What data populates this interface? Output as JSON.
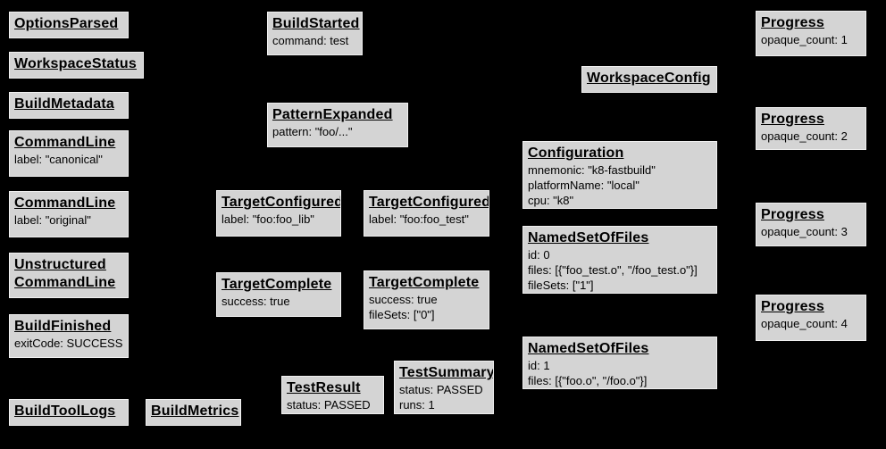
{
  "diagram": {
    "background_color": "#000000",
    "node_fill_color": "#d4d4d4",
    "node_border_color": "#f0f0f0",
    "text_color": "#000000"
  },
  "nodes": [
    {
      "id": "options-parsed",
      "title": "OptionsParsed",
      "lines": []
    },
    {
      "id": "workspace-status",
      "title": "WorkspaceStatus",
      "lines": []
    },
    {
      "id": "build-metadata",
      "title": "BuildMetadata",
      "lines": []
    },
    {
      "id": "command-line-canonical",
      "title": "CommandLine",
      "lines": [
        "label: \"canonical\""
      ]
    },
    {
      "id": "command-line-original",
      "title": "CommandLine",
      "lines": [
        "label: \"original\""
      ]
    },
    {
      "id": "unstructured-command-line",
      "title": "Unstructured CommandLine",
      "lines": []
    },
    {
      "id": "build-finished",
      "title": "BuildFinished",
      "lines": [
        "exitCode: SUCCESS"
      ]
    },
    {
      "id": "build-tool-logs",
      "title": "BuildToolLogs",
      "lines": []
    },
    {
      "id": "build-metrics",
      "title": "BuildMetrics",
      "lines": []
    },
    {
      "id": "build-started",
      "title": "BuildStarted",
      "lines": [
        "command: test"
      ]
    },
    {
      "id": "pattern-expanded",
      "title": "PatternExpanded",
      "lines": [
        "pattern: \"foo/...\""
      ]
    },
    {
      "id": "target-configured-foo-lib",
      "title": "TargetConfigured",
      "lines": [
        "label: \"foo:foo_lib\""
      ]
    },
    {
      "id": "target-configured-foo-test",
      "title": "TargetConfigured",
      "lines": [
        "label: \"foo:foo_test\""
      ]
    },
    {
      "id": "target-complete-foo-lib",
      "title": "TargetComplete",
      "lines": [
        "success: true"
      ]
    },
    {
      "id": "target-complete-foo-test",
      "title": "TargetComplete",
      "lines": [
        "success: true",
        "fileSets: [\"0\"]"
      ]
    },
    {
      "id": "test-result",
      "title": "TestResult",
      "lines": [
        "status: PASSED"
      ]
    },
    {
      "id": "test-summary",
      "title": "TestSummary",
      "lines": [
        "status: PASSED",
        "runs: 1"
      ]
    },
    {
      "id": "workspace-config",
      "title": "WorkspaceConfig",
      "lines": []
    },
    {
      "id": "configuration",
      "title": "Configuration",
      "lines": [
        "mnemonic: \"k8-fastbuild\"",
        "platformName: \"local\"",
        "cpu: \"k8\""
      ]
    },
    {
      "id": "named-set-of-files-0",
      "title": "NamedSetOfFiles",
      "lines": [
        "id: 0",
        "files: [{\"foo_test.o\", \"/foo_test.o\"}]",
        "fileSets: [\"1\"]"
      ]
    },
    {
      "id": "named-set-of-files-1",
      "title": "NamedSetOfFiles",
      "lines": [
        "id: 1",
        "files: [{\"foo.o\", \"/foo.o\"}]"
      ]
    },
    {
      "id": "progress-1",
      "title": "Progress",
      "lines": [
        "opaque_count: 1"
      ]
    },
    {
      "id": "progress-2",
      "title": "Progress",
      "lines": [
        "opaque_count: 2"
      ]
    },
    {
      "id": "progress-3",
      "title": "Progress",
      "lines": [
        "opaque_count: 3"
      ]
    },
    {
      "id": "progress-4",
      "title": "Progress",
      "lines": [
        "opaque_count: 4"
      ]
    }
  ]
}
